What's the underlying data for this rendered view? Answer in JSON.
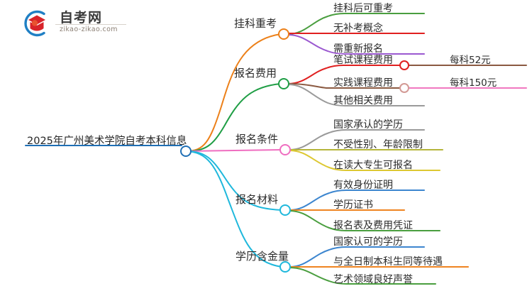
{
  "logo": {
    "name_cn": "自考网",
    "url": "zikao-zikao.com",
    "mark_icon": "book-swoosh-logo-icon",
    "mark_color_arc": "#1f7fc4",
    "mark_color_book": "#d8232a"
  },
  "mindmap": {
    "root": {
      "text": "2025年广州美术学院自考本科信息",
      "color": "#1f6fb5"
    },
    "branches": [
      {
        "text": "挂科重考",
        "color": "#ec8019",
        "children": [
          {
            "text": "挂科后可重考",
            "color": "#4a9e3f",
            "children": []
          },
          {
            "text": "无补考概念",
            "color": "#e02020",
            "children": []
          },
          {
            "text": "需重新报名",
            "color": "#9b59d0",
            "children": []
          }
        ]
      },
      {
        "text": "报名费用",
        "color": "#1f9e45",
        "children": [
          {
            "text": "笔试课程费用",
            "color": "#e02020",
            "children": [
              {
                "text": "每科52元",
                "color": "#8b5a42"
              }
            ]
          },
          {
            "text": "实践课程费用",
            "color": "#8b5a42",
            "children": [
              {
                "text": "每科150元",
                "color": "#f078c0"
              }
            ]
          },
          {
            "text": "其他相关费用",
            "color": "#9a9a9a",
            "children": []
          }
        ]
      },
      {
        "text": "报名条件",
        "color": "#ef6ec0",
        "children": [
          {
            "text": "国家承认的学历",
            "color": "#9a9a9a",
            "children": []
          },
          {
            "text": "不受性别、年龄限制",
            "color": "#b5b53a",
            "children": []
          },
          {
            "text": "在读大专生可报名",
            "color": "#ddc832",
            "children": []
          }
        ]
      },
      {
        "text": "报名材料",
        "color": "#1fb8dc",
        "children": [
          {
            "text": "有效身份证明",
            "color": "#3d86cf",
            "children": []
          },
          {
            "text": "学历证书",
            "color": "#ef8421",
            "children": []
          },
          {
            "text": "报名表及费用凭证",
            "color": "#4a9e3f",
            "children": []
          }
        ]
      },
      {
        "text": "学历含金量",
        "color": "#1fb8dc",
        "children": [
          {
            "text": "国家认可的学历",
            "color": "#3d86cf",
            "children": []
          },
          {
            "text": "与全日制本科生同等待遇",
            "color": "#ef8421",
            "children": []
          },
          {
            "text": "艺术领域良好声誉",
            "color": "#4a9e3f",
            "children": []
          }
        ]
      }
    ]
  }
}
